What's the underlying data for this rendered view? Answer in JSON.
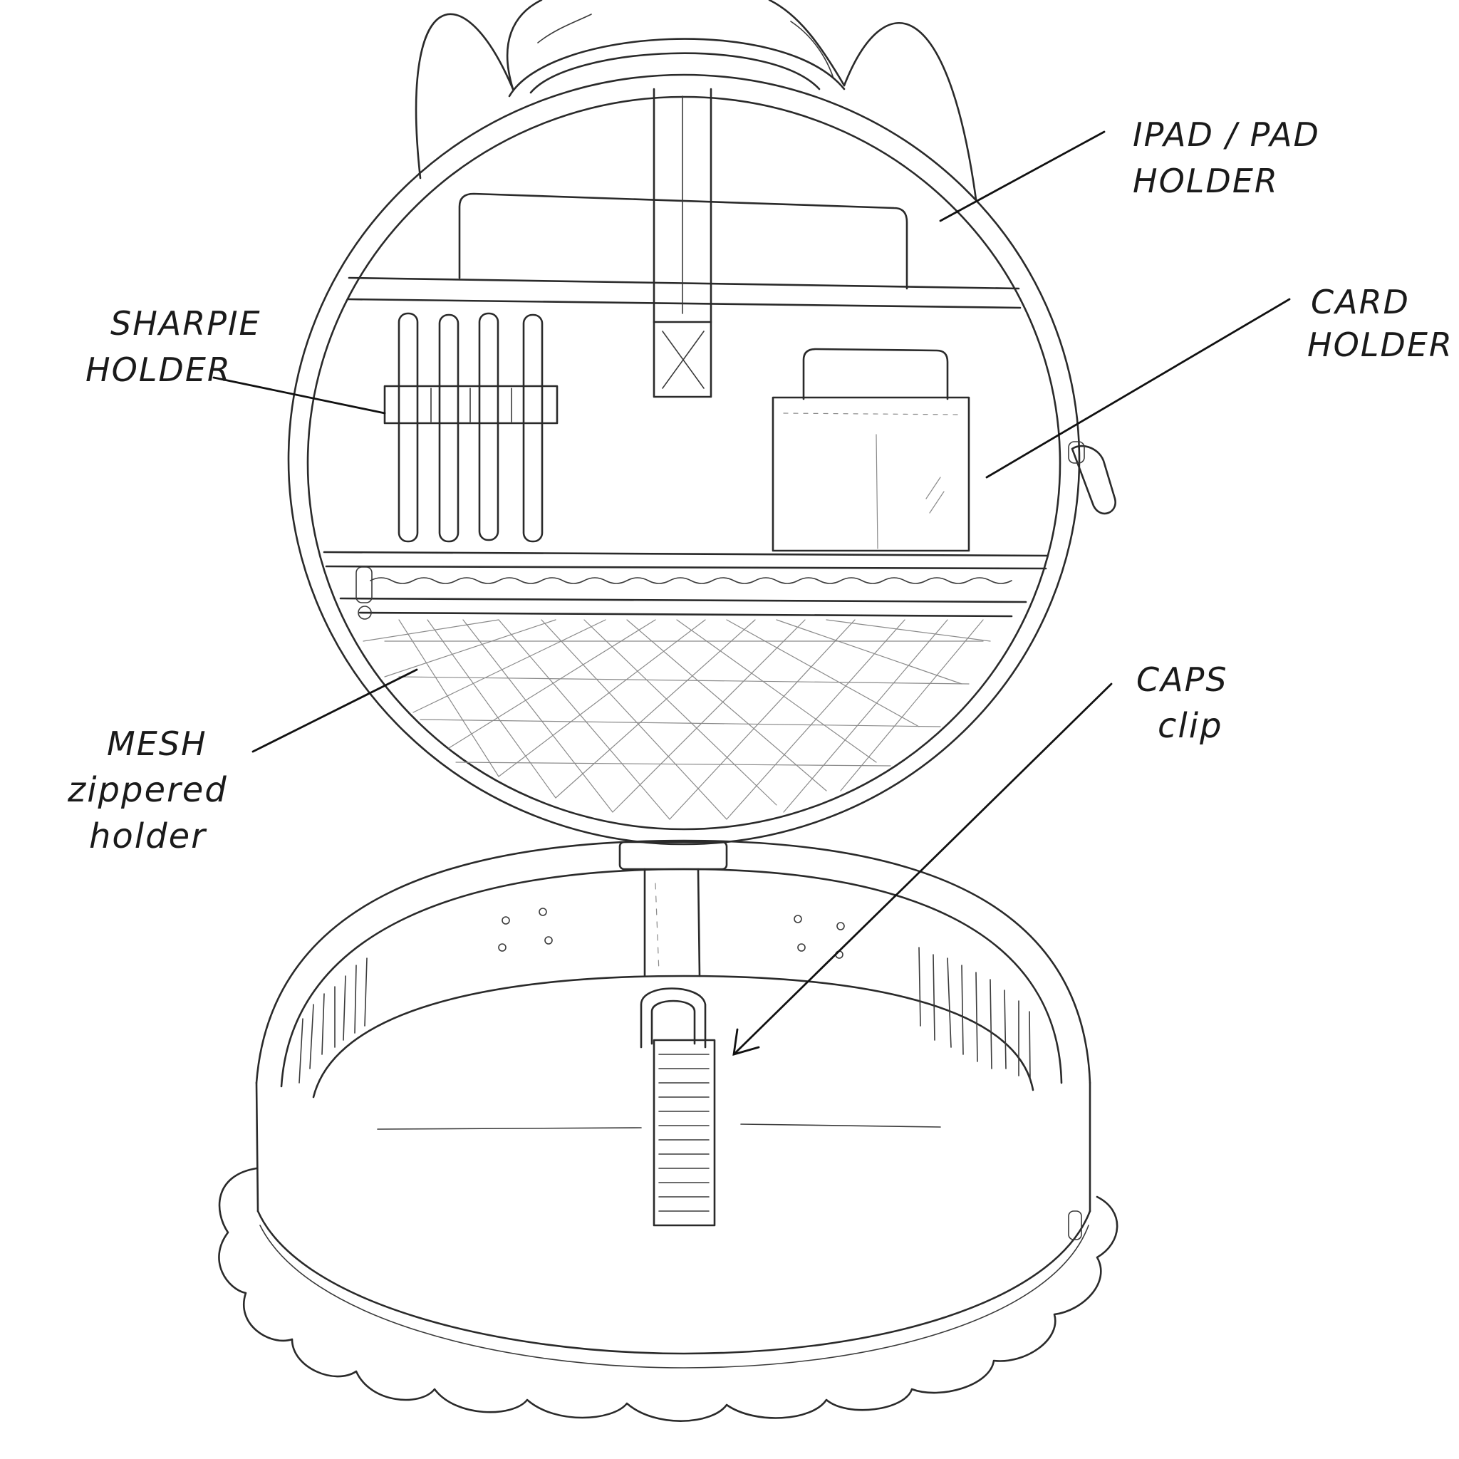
{
  "labels": {
    "ipad_line1": "IPAD / PAD",
    "ipad_line2": "HOLDER",
    "card_line1": "CARD",
    "card_line2": "HOLDER",
    "sharpie_line1": "SHARPIE",
    "sharpie_line2": "HOLDER",
    "mesh_line1": "MESH",
    "mesh_line2": "zippered",
    "mesh_line3": "holder",
    "caps_line1": "CAPS",
    "caps_line2": "clip"
  },
  "colors": {
    "ink": "#2a2a2a",
    "paper": "#ffffff",
    "mesh": "#8a8a8a"
  }
}
